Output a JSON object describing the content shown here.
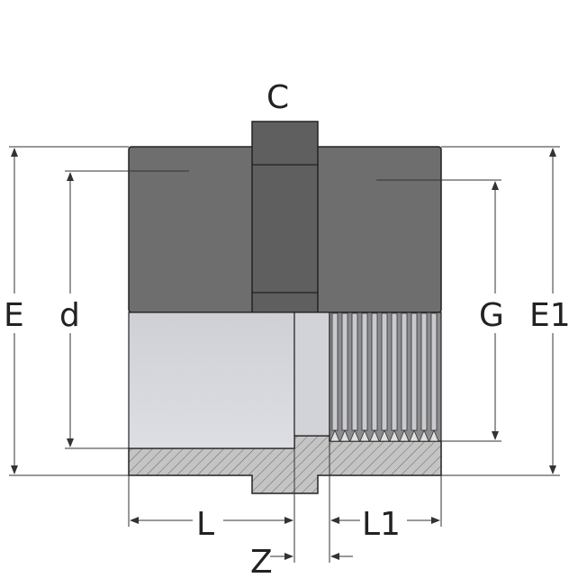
{
  "title": "Threaded pipe coupling / adapter cross-section",
  "labels": {
    "C": "C",
    "E": "E",
    "d": "d",
    "G": "G",
    "E1": "E1",
    "L": "L",
    "L1": "L1",
    "Z": "Z"
  },
  "colors": {
    "body": "#6e6e6e",
    "hub": "#5e5e5e",
    "bore": "#d6d7dc",
    "section": "#c4c4c4",
    "thread": "#8a8a8e",
    "line": "#333333"
  }
}
